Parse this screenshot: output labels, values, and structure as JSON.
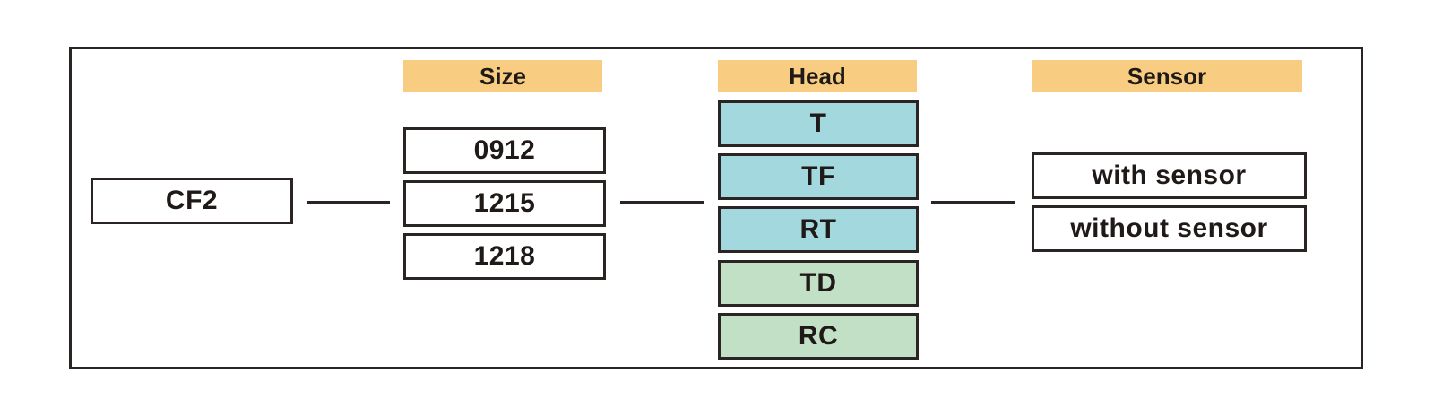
{
  "colors": {
    "header_fill": "#f8cd82",
    "head_group_1_fill": "#a3d8de",
    "head_group_2_fill": "#c1e0c5",
    "stroke": "#2a2523"
  },
  "base": {
    "label": "CF2"
  },
  "size": {
    "header": "Size",
    "options": [
      "0912",
      "1215",
      "1218"
    ]
  },
  "head": {
    "header": "Head",
    "options": [
      "T",
      "TF",
      "RT",
      "TD",
      "RC"
    ]
  },
  "sensor": {
    "header": "Sensor",
    "options": [
      "with sensor",
      "without sensor"
    ]
  }
}
